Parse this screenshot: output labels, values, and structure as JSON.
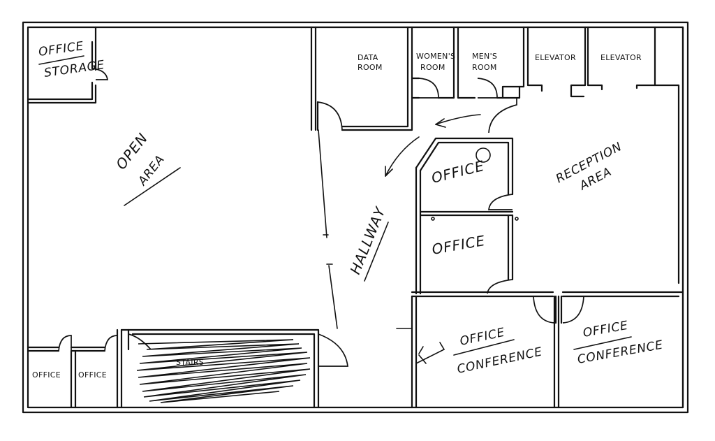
{
  "rooms": {
    "office_storage_top": "OFFICE",
    "office_storage_bottom": "STORAGE",
    "open_area_top": "OPEN",
    "open_area_bottom": "AREA",
    "data_room_top": "DATA",
    "data_room_bottom": "ROOM",
    "womens_room_top": "WOMEN'S",
    "womens_room_bottom": "ROOM",
    "mens_room_top": "MEN'S",
    "mens_room_bottom": "ROOM",
    "elevator_1": "ELEVATOR",
    "elevator_2": "ELEVATOR",
    "office_upper": "OFFICE",
    "office_middle": "OFFICE",
    "reception_top": "RECEPTION",
    "reception_bottom": "AREA",
    "hallway": "HALLWAY",
    "stairs": "STAIRS",
    "office_small_1": "OFFICE",
    "office_small_2": "OFFICE",
    "conference_1_top": "OFFICE",
    "conference_1_bottom": "CONFERENCE",
    "conference_2_top": "OFFICE",
    "conference_2_bottom": "CONFERENCE"
  }
}
